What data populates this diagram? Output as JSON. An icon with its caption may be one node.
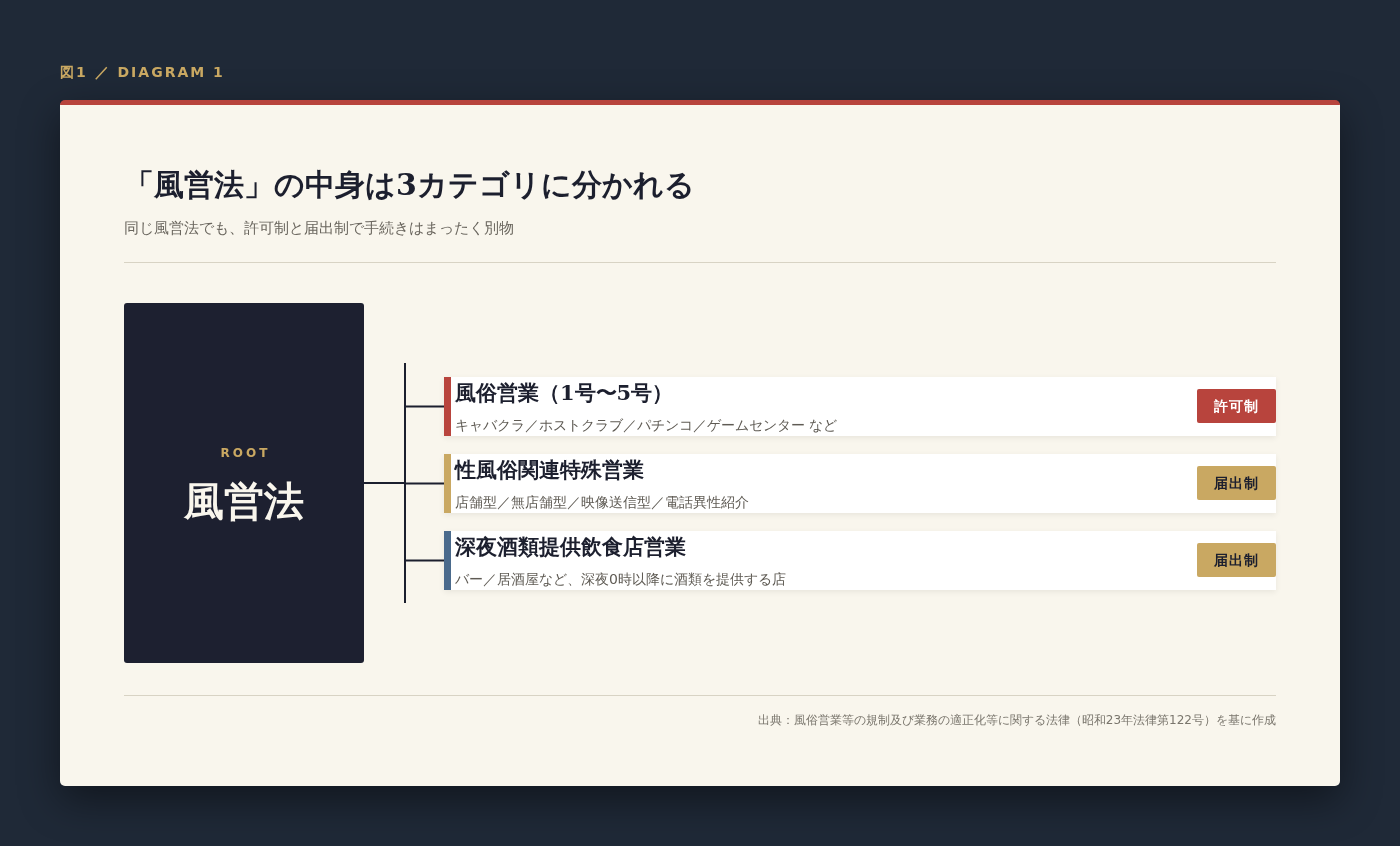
{
  "diagram": {
    "title": "「風営法」の中身は3カテゴリに分かれる",
    "caption": "出典：風俗営業等の規制及び業務の適正化等に関する法律（昭和23年法律第122号）を基に作成",
    "nodes": [
      {
        "text": [
          "ROOT",
          "風営法"
        ]
      },
      {
        "text": [
          "風俗営業（1号〜5号）",
          "キャバクラ／ホストクラブ／パチンコ／ゲームセンター など"
        ]
      },
      {
        "text": [
          "許可制"
        ],
        "in": 1
      },
      {
        "text": [
          "性風俗関連特殊営業",
          "店舗型／無店舗型／映像送信型／電話異性紹介"
        ]
      },
      {
        "text": [
          "届出制"
        ],
        "in": 3
      },
      {
        "text": [
          "深夜酒類提供飲食店営業",
          "バー／居酒屋など、深夜0時以降に酒類を提供する店"
        ]
      },
      {
        "text": [
          "届出制"
        ],
        "in": 5
      }
    ],
    "edges": [
      {
        "from": 0,
        "to": 1,
        "arrow": "none"
      },
      {
        "from": 0,
        "to": 3,
        "arrow": "none"
      },
      {
        "from": 0,
        "to": 5,
        "arrow": "none"
      }
    ],
    "labels": [
      "図1 ／ DIAGRAM 1",
      "同じ風営法でも、許可制と届出制で手続きはまったく別物"
    ]
  }
}
